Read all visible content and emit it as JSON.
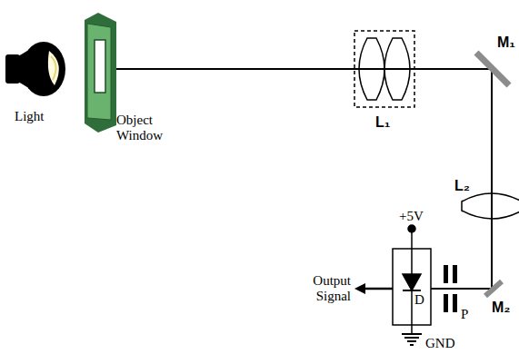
{
  "diagram": {
    "labels": [
      "Light",
      "Object Window",
      "L₁",
      "M₁",
      "L₂",
      "+5V",
      "Output Signal",
      "D",
      "P",
      "M₂",
      "GND"
    ]
  }
}
